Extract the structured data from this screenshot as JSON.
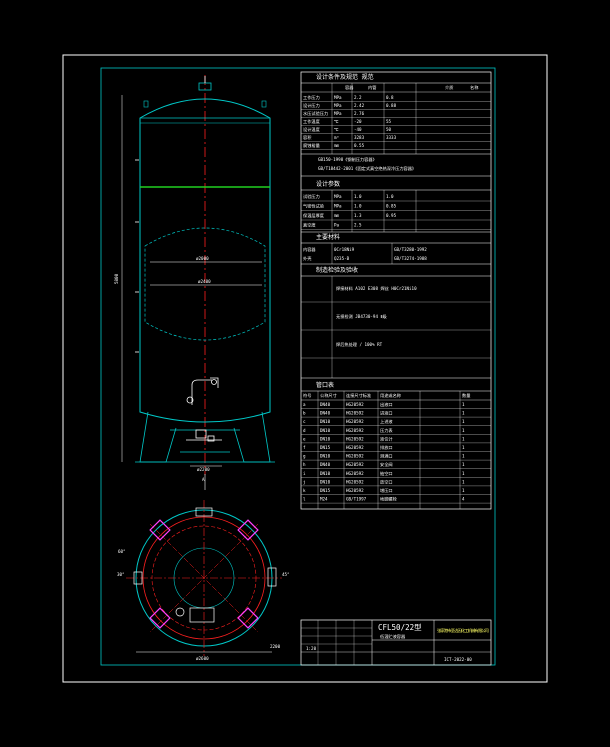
{
  "colors": {
    "background": "#000000",
    "frame": "#ffffff",
    "cad_cyan": "#00c8c8",
    "center_red": "#ff2020",
    "seam_green": "#20d020",
    "nozzle_magenta": "#ff40ff",
    "text": "#ffffff"
  },
  "drawing": {
    "sections": {
      "design_data": "设计条件及规范 规范",
      "test_data": "设计参数",
      "main_material": "主要材料",
      "manufacture": "制造检验及验收",
      "pipe_nozzle": "管口表"
    },
    "col_labels": [
      "容器",
      "内管",
      "介质",
      "名称"
    ],
    "design_rows": [
      [
        "工作压力",
        "MPa",
        "2.2",
        "0.8"
      ],
      [
        "设计压力",
        "MPa",
        "2.42",
        "0.88"
      ],
      [
        "水压试验压力",
        "MPa",
        "2.76",
        ""
      ],
      [
        "工作温度",
        "℃",
        "-20",
        "55"
      ],
      [
        "设计温度",
        "℃",
        "-40",
        "50"
      ],
      [
        "容积",
        "m³",
        "3283",
        "3333"
      ],
      [
        "腐蚀裕量",
        "mm",
        "0.55",
        ""
      ]
    ],
    "standard_lines": [
      "GB150-1998《钢制压力容器》",
      "GB/T18442-2001《固定式真空绝热深冷压力容器》"
    ],
    "test_rows": [
      [
        "试验压力",
        "MPa",
        "1.0",
        "1.0"
      ],
      [
        "气密性试验",
        "MPa",
        "1.0",
        "0.85"
      ],
      [
        "保温层厚度",
        "mm",
        "1.3",
        "0.95"
      ],
      [
        "真空度",
        "Pa",
        "2.5",
        ""
      ]
    ],
    "material_rows": [
      [
        "内容器",
        "0Cr18Ni9",
        "GB/T3280-1992"
      ],
      [
        "外壳",
        "Q235-B",
        "GB/T3274-1988"
      ]
    ],
    "manufacture_rows": [
      "焊接材料 A102  E308  焊丝 H0Cr21Ni10",
      "无损检测 JB4730-94 Ⅱ级",
      "焊后热处理 / 100% RT"
    ],
    "nozzle_headers": [
      "符号",
      "公称尺寸",
      "连接尺寸标准",
      "用途或名称",
      "数量"
    ],
    "nozzle_rows": [
      [
        "a",
        "DN40",
        "HG20592",
        "出液口",
        "1"
      ],
      [
        "b",
        "DN40",
        "HG20592",
        "进液口",
        "1"
      ],
      [
        "c",
        "DN10",
        "HG20592",
        "上进液",
        "1"
      ],
      [
        "d",
        "DN10",
        "HG20592",
        "压力表",
        "1"
      ],
      [
        "e",
        "DN10",
        "HG20592",
        "液位计",
        "1"
      ],
      [
        "f",
        "DN15",
        "HG20592",
        "排放口",
        "1"
      ],
      [
        "g",
        "DN10",
        "HG20592",
        "测满口",
        "1"
      ],
      [
        "h",
        "DN40",
        "HG20592",
        "安全阀",
        "1"
      ],
      [
        "i",
        "DN10",
        "HG20592",
        "抽空口",
        "1"
      ],
      [
        "j",
        "DN10",
        "HG20592",
        "放空口",
        "1"
      ],
      [
        "k",
        "DN15",
        "HG20592",
        "增压口",
        "1"
      ],
      [
        "l",
        "M24",
        "GB/T1997",
        "地脚螺栓",
        "4"
      ]
    ],
    "title_block": {
      "model": "CFL50/22型",
      "name": "低温贮液容器",
      "company": "张家港市圣达因化工机械有限公司",
      "drawing_no": "ICT-2022-00",
      "scale": "1:20"
    },
    "dims": {
      "height_total": "5800",
      "inner_dia": "ø2000",
      "outer_dia": "ø2400",
      "base_width": "ø2200",
      "plan_dia": "ø2600",
      "plan_height": "2200",
      "angle_1": "60°",
      "angle_2": "30°",
      "angle_3": "45°"
    }
  }
}
